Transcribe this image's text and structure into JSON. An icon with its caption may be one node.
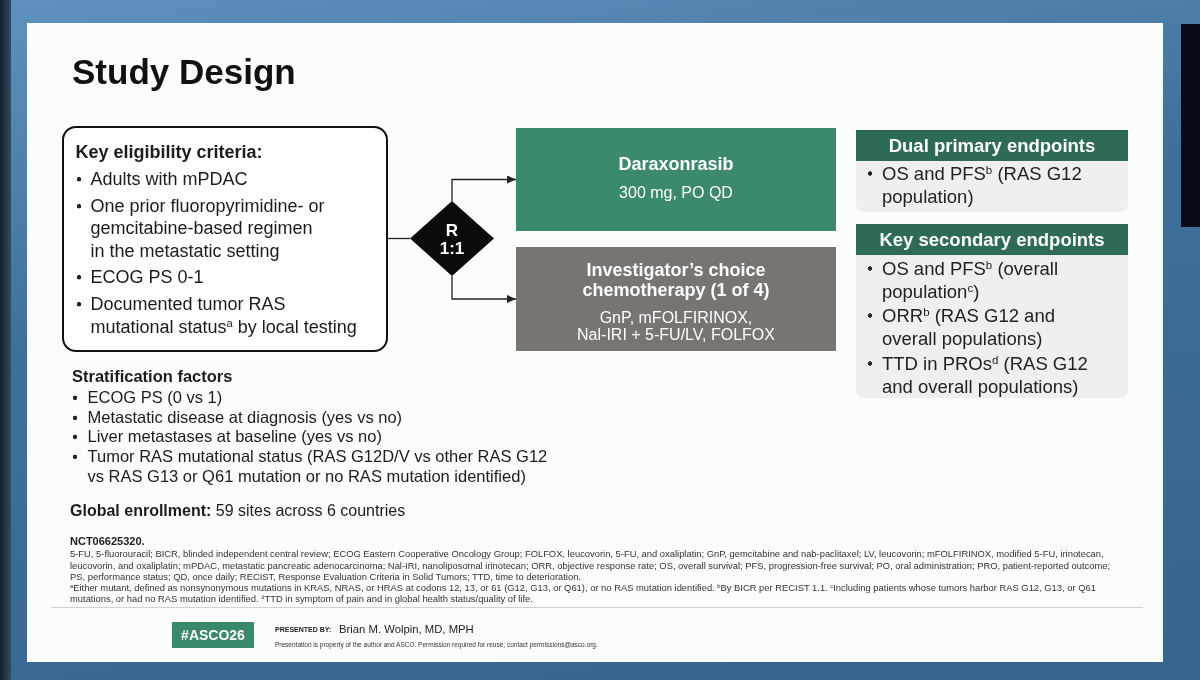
{
  "diagram": {
    "title": "Study Design",
    "nodes": [
      {
        "text": [
          "Key eligibility criteria:",
          "Adults with mPDAC",
          "One prior fluoropyrimidine- or gemcitabine-based regimen in the metastatic setting",
          "ECOG PS 0-1",
          "Documented tumor RAS mutational status$^{a}$ by local testing"
        ]
      },
      {
        "text": [
          "R 1:1"
        ]
      },
      {
        "text": [
          "Daraxonrasib",
          "300 mg, PO QD"
        ]
      },
      {
        "text": [
          "Investigator’s choice chemotherapy (1 of 4)",
          "GnP, mFOLFIRINOX, Nal-IRI + 5-FU/LV, FOLFOX"
        ]
      },
      {
        "text": [
          "Dual primary endpoints",
          "OS and PFS$^{b}$ (RAS G12 population)"
        ]
      },
      {
        "text": [
          "Key secondary endpoints",
          "OS and PFS$^{b}$ (overall population$^{c}$)",
          "ORR$^{b}$ (RAS G12 and overall populations)",
          "TTD in PROs$^{d}$ (RAS G12 and overall populations)"
        ]
      }
    ],
    "edges": [
      {
        "from": 0,
        "to": 1,
        "arrow": "none"
      },
      {
        "from": 1,
        "to": 2,
        "arrow": "to"
      },
      {
        "from": 1,
        "to": 3,
        "arrow": "to"
      }
    ],
    "labels": [
      "Stratification factors",
      "ECOG PS (0 vs 1)",
      "Metastatic disease at diagnosis (yes vs no)",
      "Liver metastases at baseline (yes vs no)",
      "Tumor RAS mutational status (RAS G12D/V vs other RAS G12 vs RAS G13 or Q61 mutation or no RAS mutation identified)",
      "**Global enrollment:** 59 sites across 6 countries",
      "NCT06625320.",
      "5-FU, 5-fluorouracil; BICR, blinded independent central review; ECOG Eastern Cooperative Oncology Group; FOLFOX, leucovorin, 5-FU, and oxaliplatin; GnP, gemcitabine and nab-paclitaxel; LV, leucovorin; mFOLFIRINOX, modified 5-FU, irinotecan, leucovorin, and oxaliplatin; mPDAC, metastatic pancreatic adenocarcinoma; Nal-IRI, nanoliposomal irinotecan; ORR, objective response rate; OS, overall survival; PFS, progression-free survival; PO, oral administration; PRO, patient-reported outcome; PS, performance status; QD, once daily; RECIST, Response Evaluation Criteria in Solid Tumors; TTD, time to deterioration.",
      "$^{a}$Either mutant, defined as nonsynonymous mutations in KRAS, NRAS, or HRAS at codons 12, 13, or 61 (G12, G13, or Q61), or no RAS mutation identified. $^{b}$By BICR per RECIST 1.1. $^{c}$Including patients whose tumors harbor RAS G12, G13, or Q61 mutations, or had no RAS mutation identified. $^{d}$TTD in symptom of pain and in global health status/quality of life.",
      "#ASCO26",
      "PRESENTED BY:",
      "Brian M. Wolpin, MD, MPH",
      "Presentation is property of the author and ASCO. Permission required for reuse; contact permissions@asco.org."
    ]
  }
}
